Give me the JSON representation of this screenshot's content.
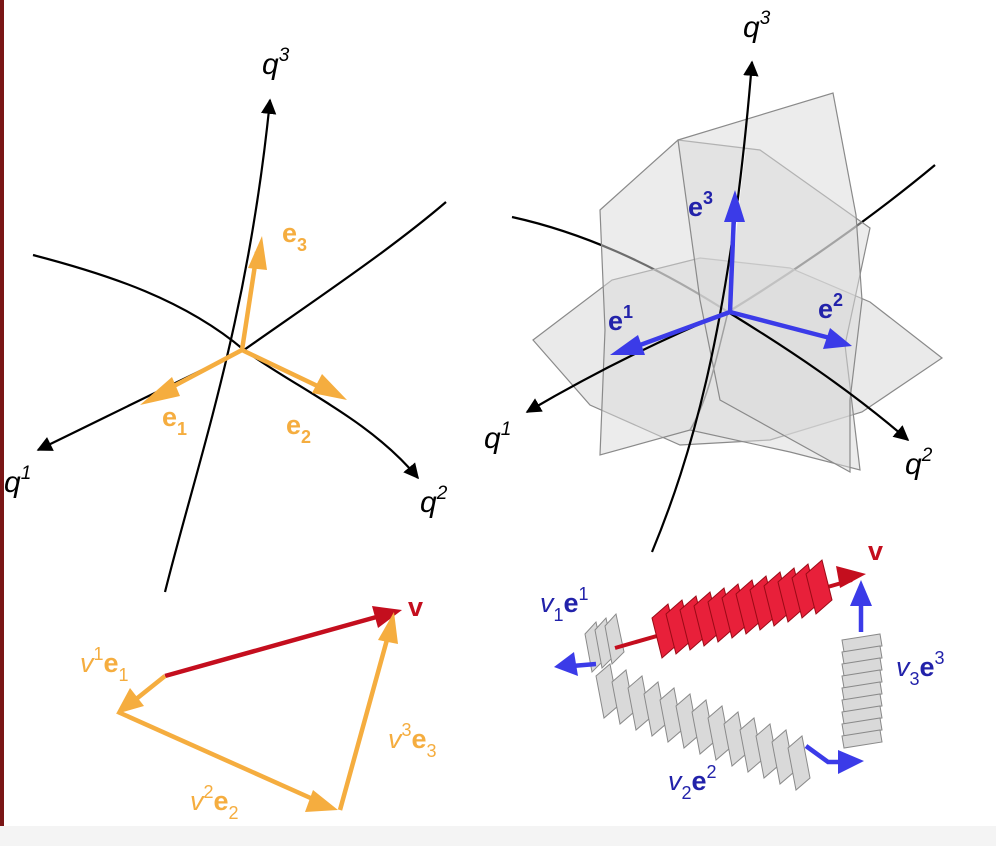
{
  "colors": {
    "curve": "#000000",
    "orange": "#f5ad3f",
    "blue": "#3b3be8",
    "blueText": "#2222aa",
    "red": "#c40e1e",
    "redFill": "#e8203a",
    "grayFill": "#d9d9d9",
    "grayStroke": "#8a8a8a",
    "leftBar": "#7a1616"
  },
  "left_panel": {
    "axes": {
      "q1_base": "q",
      "q1_sup": "1",
      "q2_base": "q",
      "q2_sup": "2",
      "q3_base": "q",
      "q3_sup": "3"
    },
    "vectors": {
      "e1_base": "e",
      "e1_sub": "1",
      "e2_base": "e",
      "e2_sub": "2",
      "e3_base": "e",
      "e3_sub": "3"
    }
  },
  "right_panel": {
    "axes": {
      "q1_base": "q",
      "q1_sup": "1",
      "q2_base": "q",
      "q2_sup": "2",
      "q3_base": "q",
      "q3_sup": "3"
    },
    "vectors": {
      "e1_base": "e",
      "e1_sup": "1",
      "e2_base": "e",
      "e2_sup": "2",
      "e3_base": "e",
      "e3_sup": "3"
    }
  },
  "bottom_left": {
    "v": "v",
    "c1": {
      "coef": "v",
      "idx": "1",
      "vec": "e",
      "vidx": "1"
    },
    "c2": {
      "coef": "v",
      "idx": "2",
      "vec": "e",
      "vidx": "2"
    },
    "c3": {
      "coef": "v",
      "idx": "3",
      "vec": "e",
      "vidx": "3"
    }
  },
  "bottom_right": {
    "v": "v",
    "c1": {
      "coef": "v",
      "idx": "1",
      "vec": "e",
      "vidx": "1"
    },
    "c2": {
      "coef": "v",
      "idx": "2",
      "vec": "e",
      "vidx": "2"
    },
    "c3": {
      "coef": "v",
      "idx": "3",
      "vec": "e",
      "vidx": "3"
    }
  }
}
